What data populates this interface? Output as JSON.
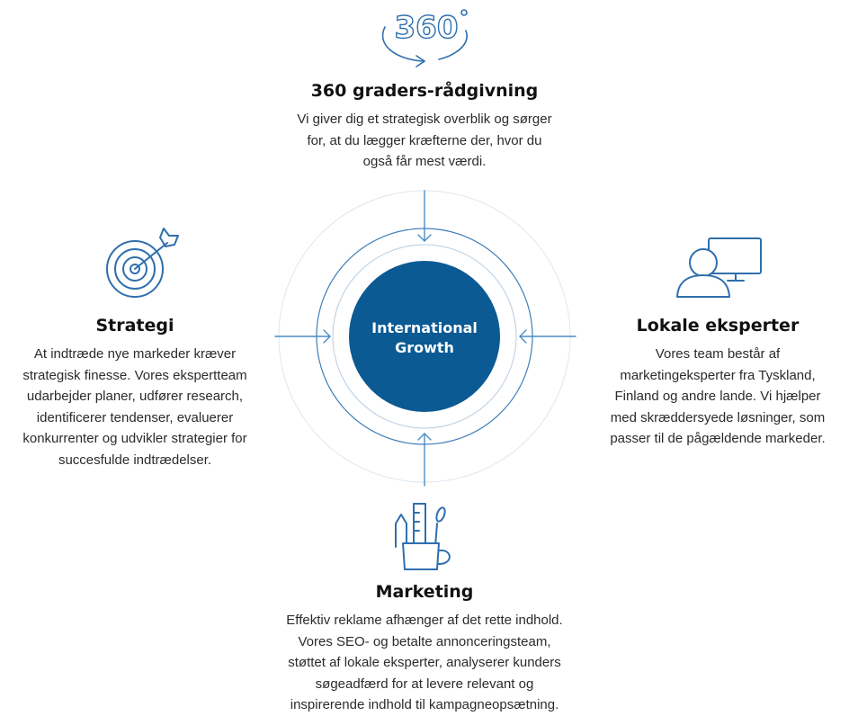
{
  "center": {
    "line1": "International",
    "line2": "Growth"
  },
  "top": {
    "icon_text": "360",
    "title": "360 graders-rådgivning",
    "lines": [
      "Vi giver dig et strategisk overblik og sørger",
      "for, at du lægger kræfterne der, hvor du",
      "også får mest værdi."
    ]
  },
  "left": {
    "title": "Strategi",
    "lines": [
      "At indtræde nye markeder kræver",
      "strategisk finesse. Vores ekspertteam",
      "udarbejder planer, udfører research,",
      "identificerer tendenser, evaluerer",
      "konkurrenter og udvikler strategier for",
      "succesfulde indtrædelser."
    ]
  },
  "right": {
    "title": "Lokale eksperter",
    "lines": [
      "Vores team består af",
      "marketingeksperter fra Tyskland,",
      "Finland og andre lande. Vi hjælper",
      "med skræddersyede løsninger, som",
      "passer til de pågældende markeder."
    ]
  },
  "bottom": {
    "title": "Marketing",
    "lines": [
      "Effektiv reklame afhænger af det rette indhold.",
      "Vores SEO- og betalte annonceringsteam,",
      "støttet af lokale eksperter, analyserer kunders",
      "søgeadfærd for at levere relevant og",
      "inspirerende indhold til kampagneopsætning."
    ]
  },
  "colors": {
    "primary": "#0b5a94",
    "icon": "#2f6fae",
    "ring": "#c9d9e8",
    "arrow": "#4a8cc4"
  }
}
